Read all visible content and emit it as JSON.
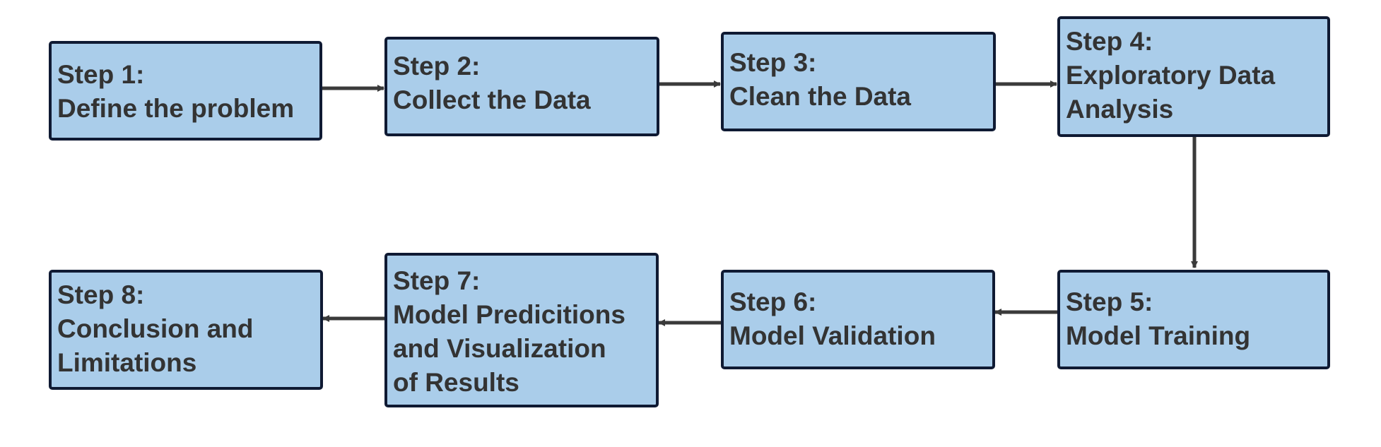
{
  "colors": {
    "box_fill": "#aacdea",
    "box_border": "#0f1a33",
    "text": "#333333",
    "arrow": "#3a3a3a"
  },
  "steps": [
    {
      "title": "Step 1:",
      "lines": [
        "Define the problem"
      ]
    },
    {
      "title": "Step 2:",
      "lines": [
        "Collect the Data"
      ]
    },
    {
      "title": "Step 3:",
      "lines": [
        "Clean the Data"
      ]
    },
    {
      "title": "Step 4:",
      "lines": [
        "Exploratory Data",
        "Analysis"
      ]
    },
    {
      "title": "Step 5:",
      "lines": [
        "Model Training"
      ]
    },
    {
      "title": "Step 6:",
      "lines": [
        "Model Validation"
      ]
    },
    {
      "title": "Step 7:",
      "lines": [
        "Model Predicitions",
        "and Visualization",
        "of Results"
      ]
    },
    {
      "title": "Step 8:",
      "lines": [
        "Conclusion and",
        "Limitations"
      ]
    }
  ],
  "flow": [
    [
      1,
      2
    ],
    [
      2,
      3
    ],
    [
      3,
      4
    ],
    [
      4,
      5
    ],
    [
      5,
      6
    ],
    [
      6,
      7
    ],
    [
      7,
      8
    ]
  ]
}
